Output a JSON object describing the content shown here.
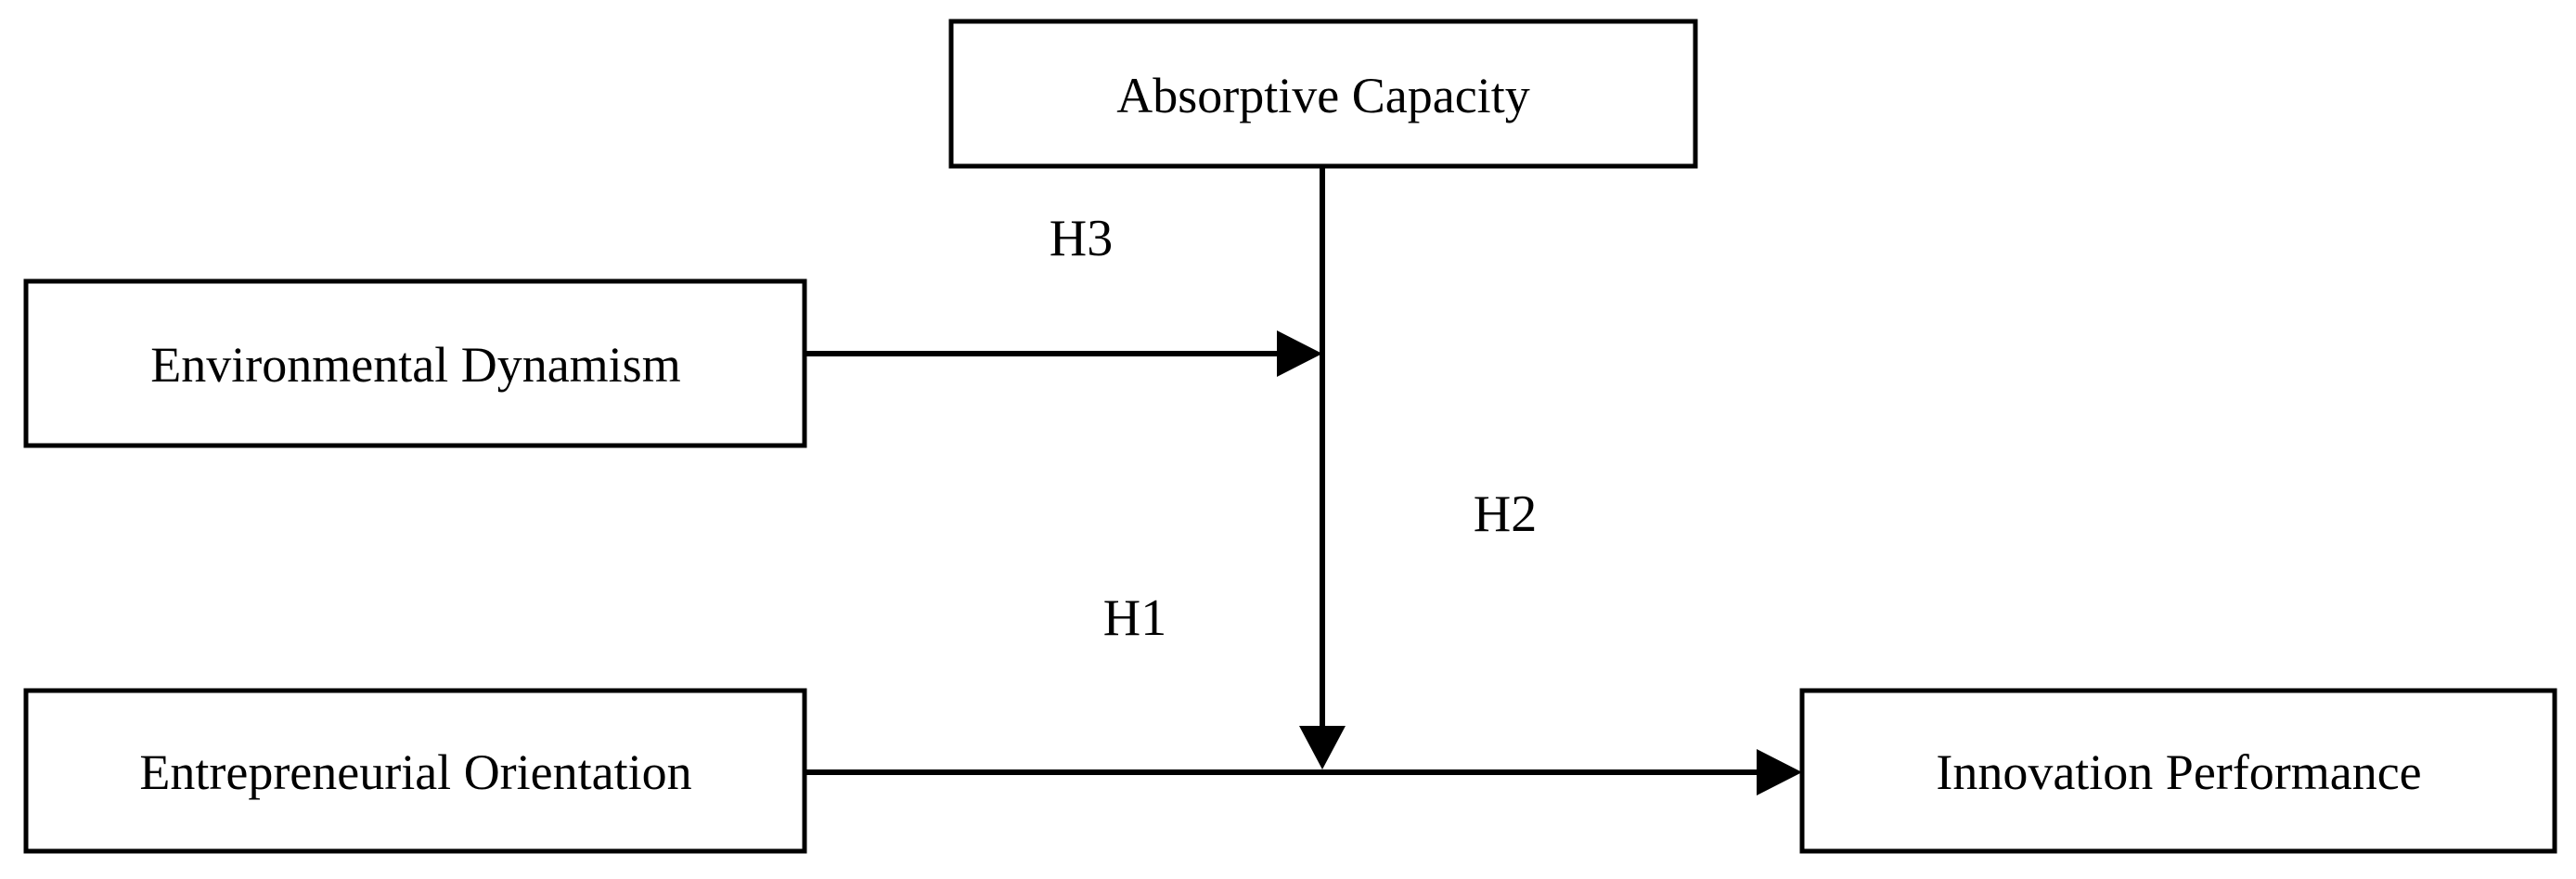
{
  "diagram": {
    "nodes": {
      "absorptive_capacity": "Absorptive Capacity",
      "environmental_dynamism": "Environmental Dynamism",
      "entrepreneurial_orientation": "Entrepreneurial Orientation",
      "innovation_performance": "Innovation Performance"
    },
    "hypotheses": {
      "h1": "H1",
      "h2": "H2",
      "h3": "H3"
    },
    "colors": {
      "stroke": "#000000",
      "background": "#ffffff"
    }
  }
}
